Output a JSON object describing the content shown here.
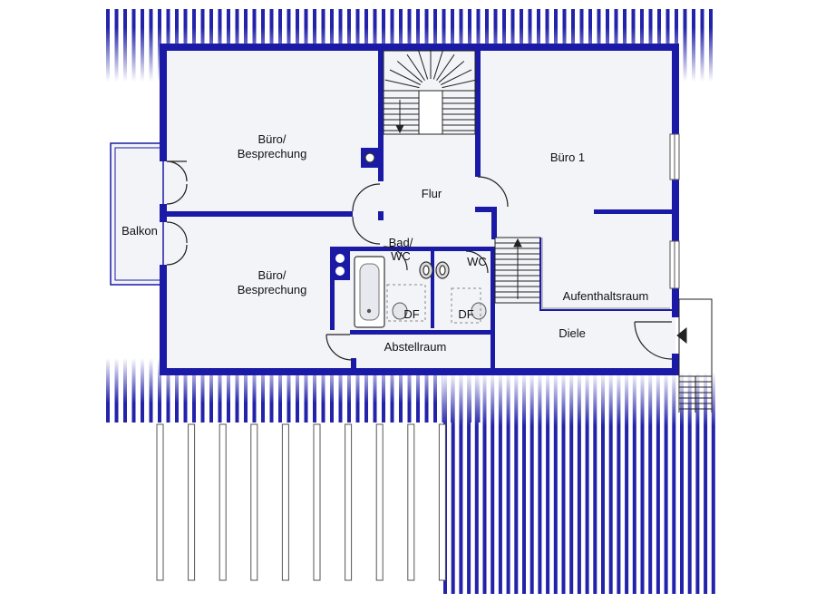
{
  "rooms": {
    "buero_besprechung_top": {
      "line1": "Büro/",
      "line2": "Besprechung"
    },
    "buero_besprechung_bottom": {
      "line1": "Büro/",
      "line2": "Besprechung"
    },
    "buero1": "Büro 1",
    "flur": "Flur",
    "balkon": "Balkon",
    "bad_wc": {
      "line1": "Bad/",
      "line2": "WC"
    },
    "wc": "WC",
    "df_left": "DF",
    "df_right": "DF",
    "aufenthaltsraum": "Aufenthaltsraum",
    "abstellraum": "Abstellraum",
    "diele": "Diele"
  },
  "colors": {
    "wall": "#1a1aa6",
    "floor": "#f3f4f8",
    "roof_hatch": "#2222aa",
    "grey_line": "#777777"
  }
}
